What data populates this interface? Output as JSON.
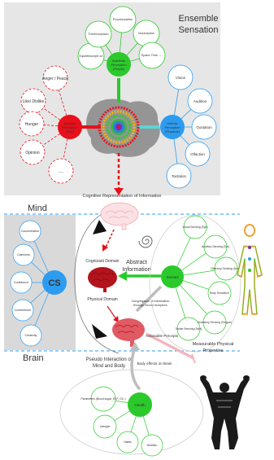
{
  "top": {
    "title_line1": "Ensemble",
    "title_line2": "Sensation",
    "abstract_node": [
      "Abstract",
      "Perception",
      "(Red)"
    ],
    "indefinite_node": [
      "Indefinite",
      "Perception",
      "(Purple)"
    ],
    "definite_node": [
      "Definite",
      "Perception",
      "(Physical)"
    ],
    "red_leaves": [
      "Anger / Peace",
      "Like/ Dislike",
      "Hunger",
      "Opinion",
      "....."
    ],
    "green_leaves": [
      "Equilibriocepti on",
      "Thermoception",
      "Proprioception",
      "Nociception",
      "Space-Time ....."
    ],
    "blue_leaves": [
      "Vision",
      "Audition",
      "Gustation",
      "Olfaction",
      "Tactation"
    ]
  },
  "bottom": {
    "cognitive_label": "Cognitive Representation of Information",
    "mind_label": "Mind",
    "brain_label": "Brain",
    "cs_label": "CS",
    "cs_leaves": [
      "Concentration",
      "Calmness",
      "Confidence",
      "Contentment",
      "Creativity"
    ],
    "abstract_information": [
      "Abstract",
      "Information"
    ],
    "cognizant_domain": "Cognizant Domain",
    "physical_domain": "Physical Domain",
    "senses_label": "Senses",
    "congregation_text": [
      "Congregation of information",
      "through neural receptors"
    ],
    "sense_leaves": [
      "Visual Sensing (Eye)",
      "Auditory Sensing (Ear)",
      "Olfactory Sensing (Nose)",
      "Body Sensation",
      "Gustatory Sensing (Tongue)",
      "Tactile Sensing (Skin)"
    ],
    "pseudo_interaction": [
      "Pseudo Interaction of",
      "Mind and Body"
    ],
    "actionable_precepts": "Actionable Precepts",
    "measurable_properties": [
      "Measurable Physical",
      "Properties"
    ],
    "body_effects": "Body effects on Brain",
    "health_label": "Health",
    "health_leaves": [
      "Parameters (Blood sugar, ECF, O2..)",
      "Lifestyle",
      "Habits",
      "Nutrition"
    ]
  },
  "colors": {
    "red": "#e8101a",
    "green": "#2bc92b",
    "blue": "#2d9cf0",
    "brain": "#e05a63",
    "dark_brain": "#b3141c",
    "grey_panel": "#d9d9d9"
  }
}
